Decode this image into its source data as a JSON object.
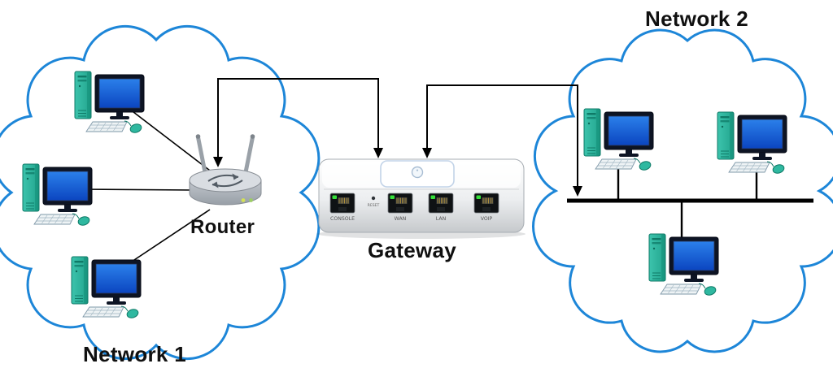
{
  "diagram": {
    "network1_label": "Network 1",
    "network2_label": "Network 2",
    "router_label": "Router",
    "gateway_label": "Gateway"
  },
  "gateway": {
    "ports": [
      "CONSOLE",
      "WAN",
      "LAN",
      "VOIP"
    ],
    "reset_label": "RESET"
  },
  "colors": {
    "cloud_outline": "#1d86d8",
    "computer_teal": "#2fb8a0",
    "screen_blue": "#1e6fd9",
    "connector_black": "#000000",
    "port_led_green": "#35e03a"
  }
}
